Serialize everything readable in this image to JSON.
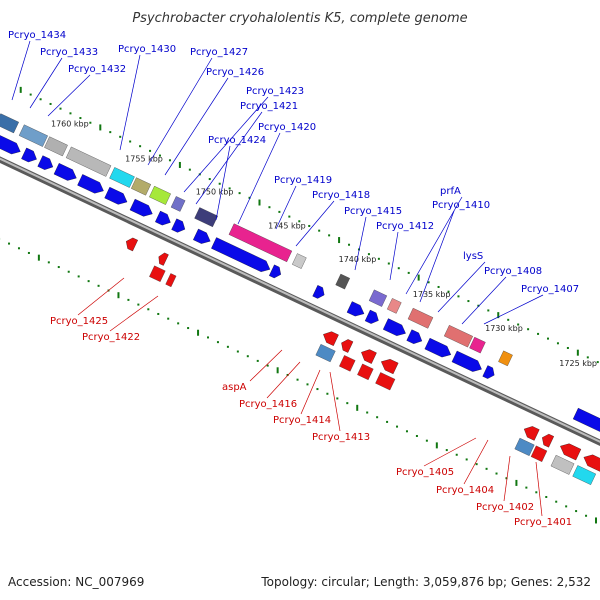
{
  "title": "Psychrobacter cryohalolentis K5, complete genome",
  "footer": {
    "accession": "Accession: NC_007969",
    "stats": "Topology: circular; Length: 3,059,876 bp; Genes: 2,532"
  },
  "colors": {
    "forward_label": "#0000cc",
    "reverse_label": "#cc0000",
    "forward_arrow": "#0a0ae8",
    "reverse_arrow": "#e81010",
    "backbone": "#888888",
    "tick": "#117711"
  },
  "ticks": [
    {
      "label": "1760 kbp"
    },
    {
      "label": "1755 kbp"
    },
    {
      "label": "1750 kbp"
    },
    {
      "label": "1745 kbp"
    },
    {
      "label": "1740 kbp"
    },
    {
      "label": "1735 kbp"
    },
    {
      "label": "1730 kbp"
    },
    {
      "label": "1725 kbp"
    }
  ],
  "forward_genes": [
    {
      "label": "Pcryo_1434",
      "color": "#3a6fa8"
    },
    {
      "label": "Pcryo_1433",
      "color": "#6f9ec9"
    },
    {
      "label": "Pcryo_1432",
      "color": "#b0b0b0"
    },
    {
      "label": "Pcryo_1430",
      "color": "#b8b8b8"
    },
    {
      "label": "Pcryo_1427",
      "color": "#22d8ee"
    },
    {
      "label": "Pcryo_1426",
      "color": "#b3ab6a"
    },
    {
      "label": "Pcryo_1423",
      "color": "#a6e83a"
    },
    {
      "label": "Pcryo_1421",
      "color": "#7070c8"
    },
    {
      "label": "Pcryo_1424",
      "color": "#3d3d7a"
    },
    {
      "label": "Pcryo_1420",
      "color": "#e8238f"
    },
    {
      "label": "Pcryo_1419",
      "color": "#c9c9c9"
    },
    {
      "label": "Pcryo_1418",
      "color": "#555555"
    },
    {
      "label": "Pcryo_1415",
      "color": "#7a6ad0"
    },
    {
      "label": "Pcryo_1412",
      "color": "#e88888"
    },
    {
      "label": "prfA",
      "color": "#e07070"
    },
    {
      "label": "Pcryo_1410",
      "color": "#e07070"
    },
    {
      "label": "lysS",
      "color": "#e8238f"
    },
    {
      "label": "Pcryo_1408",
      "color": "#f09010"
    },
    {
      "label": "Pcryo_1407",
      "color": "#c0c0c0"
    }
  ],
  "reverse_genes": [
    {
      "label": "Pcryo_1425",
      "color": "#e81010"
    },
    {
      "label": "Pcryo_1422",
      "color": "#e81010"
    },
    {
      "label": "aspA",
      "color": "#4d8ac4"
    },
    {
      "label": "Pcryo_1416",
      "color": "#e81010"
    },
    {
      "label": "Pcryo_1414",
      "color": "#e81010"
    },
    {
      "label": "Pcryo_1413",
      "color": "#e81010"
    },
    {
      "label": "Pcryo_1405",
      "color": "#4d8ac4"
    },
    {
      "label": "Pcryo_1404",
      "color": "#e81010"
    },
    {
      "label": "Pcryo_1402",
      "color": "#c0c0c0"
    },
    {
      "label": "Pcryo_1401",
      "color": "#22d8ee"
    }
  ]
}
